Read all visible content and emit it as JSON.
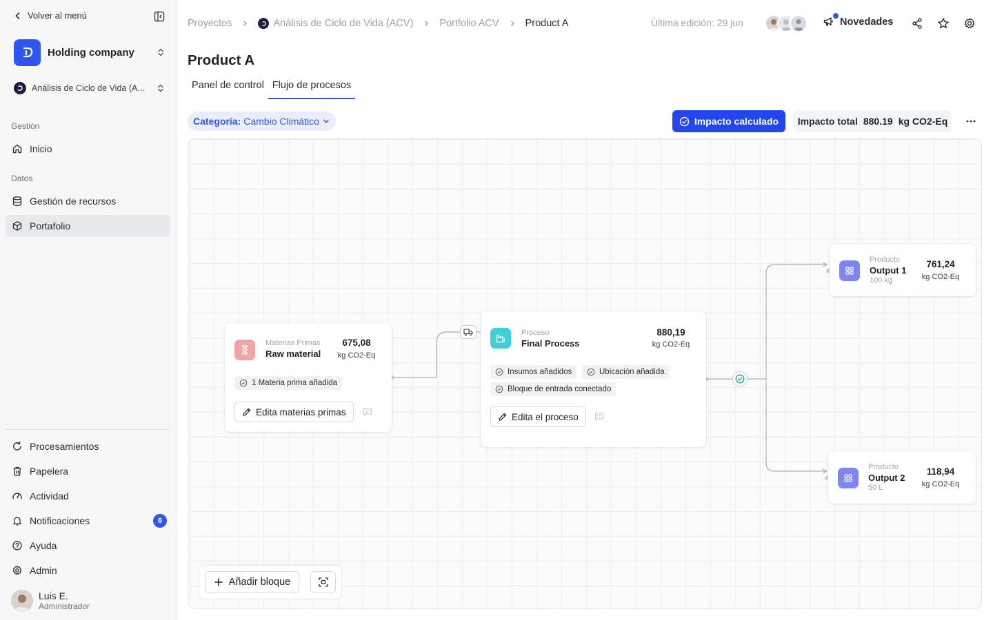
{
  "sidebar": {
    "back_label": "Volver al menú",
    "org_name": "Holding company",
    "project_name": "Análisis de Ciclo de Vida (A...",
    "sections": {
      "gestion": "Gestión",
      "datos": "Datos"
    },
    "items": {
      "inicio": "Inicio",
      "recursos": "Gestión de recursos",
      "portafolio": "Portafolio",
      "procesamientos": "Procesamientos",
      "papelera": "Papelera",
      "actividad": "Actividad",
      "notificaciones": "Notificaciones",
      "ayuda": "Ayuda",
      "admin": "Admin"
    },
    "notifications_count": "6",
    "user": {
      "name": "Luis E.",
      "role": "Administrador"
    }
  },
  "header": {
    "breadcrumb": [
      "Proyectos",
      "Análisis de Ciclo de Vida (ACV)",
      "Portfolio ACV",
      "Product A"
    ],
    "last_edit": "Última edición: 29 jun",
    "news_label": "Novedades"
  },
  "page": {
    "title": "Product A",
    "tabs": [
      "Panel de control",
      "Flujo de procesos"
    ],
    "active_tab": "Flujo de procesos"
  },
  "toolbar": {
    "category_label": "Categoría:",
    "category_value": "Cambio Climático",
    "calc_label": "Impacto calculado",
    "total_label": "Impacto total",
    "total_value": "880.19",
    "total_unit": "kg CO2-Eq"
  },
  "nodes": {
    "raw": {
      "kind": "Materias Primas",
      "name": "Raw material",
      "value": "675,08",
      "unit": "kg CO2-Eq",
      "chip": "1 Materia prima añadida",
      "button": "Edita materias primas"
    },
    "process": {
      "kind": "Proceso",
      "name": "Final Process",
      "value": "880,19",
      "unit": "kg CO2-Eq",
      "chips": [
        "Insumos añadidos",
        "Ubicación añadida",
        "Bloque de entrada conectado"
      ],
      "button": "Edita el proceso"
    },
    "output1": {
      "kind": "Producto",
      "name": "Output 1",
      "amount": "100 kg",
      "value": "761,24",
      "unit": "kg CO2-Eq"
    },
    "output2": {
      "kind": "Producto",
      "name": "Output 2",
      "amount": "50 L",
      "value": "118,94",
      "unit": "kg CO2-Eq"
    }
  },
  "canvas_controls": {
    "add_label": "Añadir bloque"
  },
  "colors": {
    "accent": "#2f55f2",
    "raw_icon_bg": "#f0a5a5",
    "process_icon_bg": "#3fd0d6",
    "product_icon_bg": "#7b86f2"
  }
}
